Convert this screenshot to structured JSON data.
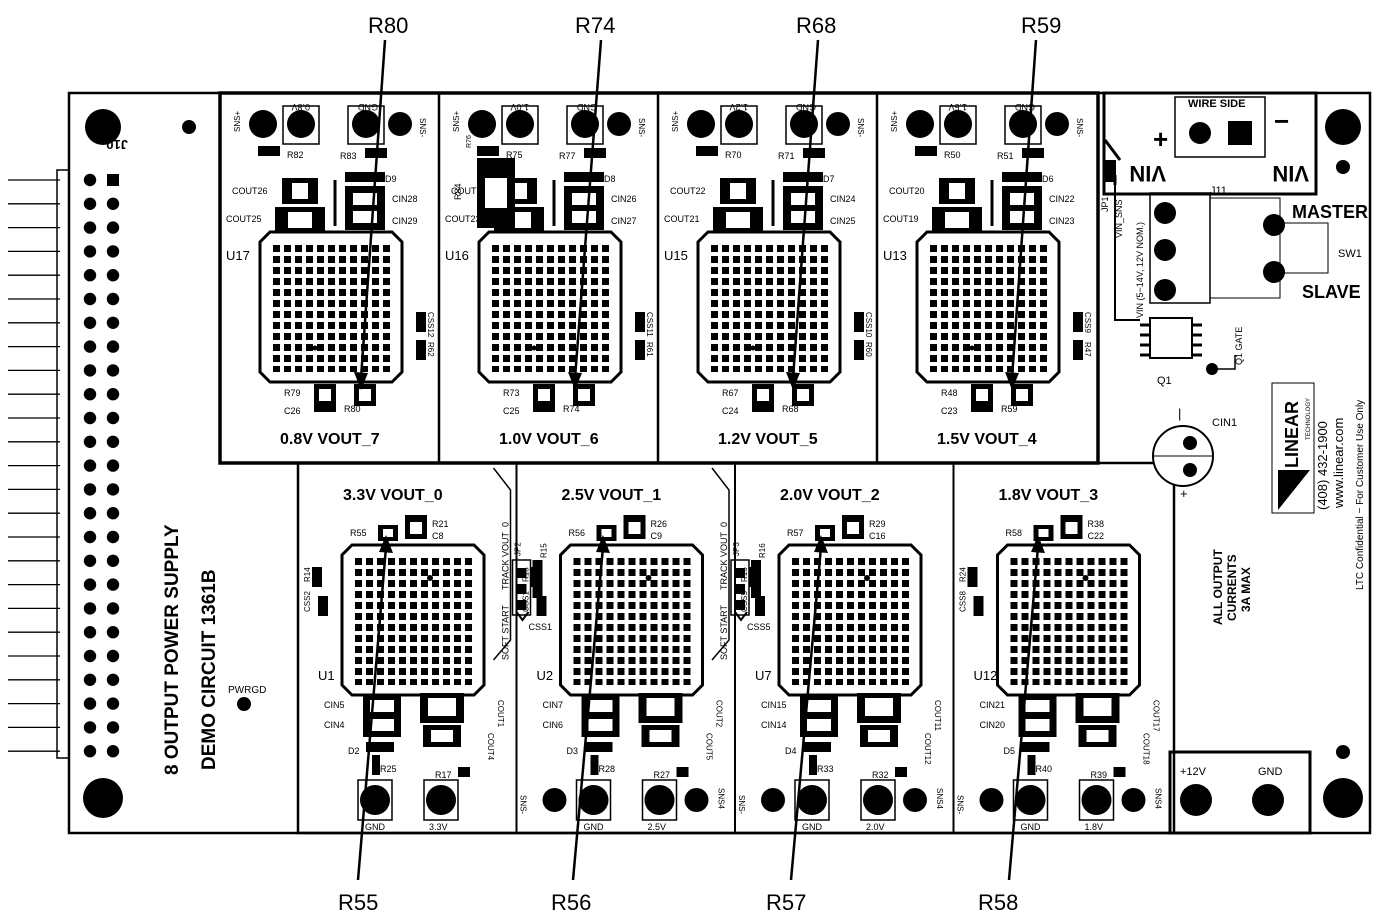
{
  "title": "8 OUTPUT POWER SUPPLY",
  "subtitle": "DEMO CIRCUIT 1361B",
  "connector": "J10",
  "pwrgd": "PWRGD",
  "callouts": {
    "top": [
      "R80",
      "R74",
      "R68",
      "R59"
    ],
    "bottom": [
      "R55",
      "R56",
      "R57",
      "R58"
    ]
  },
  "top_modules": [
    {
      "u": "U17",
      "vout": "0.8V VOUT_7",
      "lbl": "0.8V",
      "gnd": "GND",
      "sns_p": "SNS+",
      "sns_n": "SNS-",
      "r_top": "R82",
      "r_top2": "R83",
      "d": "D9",
      "cout_a": "COUT26",
      "cout_b": "COUT25",
      "cin_a": "CIN28",
      "cin_b": "CIN29",
      "css": "CSS12",
      "rss": "R62",
      "rb1": "R79",
      "rb2": "R80",
      "cb": "C26"
    },
    {
      "u": "U16",
      "vout": "1.0V VOUT_6",
      "lbl": "1.0V",
      "gnd": "GND",
      "sns_p": "SNS+",
      "sns_n": "SNS-",
      "r_top": "R75",
      "r_top2": "R77",
      "d": "D8",
      "cout_a": "COUT24",
      "cout_b": "COUT23",
      "cin_a": "CIN26",
      "cin_b": "CIN27",
      "css": "CSS11",
      "rss": "R61",
      "rb1": "R73",
      "rb2": "R74",
      "cb": "C25",
      "extra": "R84",
      "extra2": "R76"
    },
    {
      "u": "U15",
      "vout": "1.2V VOUT_5",
      "lbl": "1.2V",
      "gnd": "GND",
      "sns_p": "SNS+",
      "sns_n": "SNS-",
      "r_top": "R70",
      "r_top2": "R71",
      "d": "D7",
      "cout_a": "COUT22",
      "cout_b": "COUT21",
      "cin_a": "CIN24",
      "cin_b": "CIN25",
      "css": "CSS10",
      "rss": "R60",
      "rb1": "R67",
      "rb2": "R68",
      "cb": "C24"
    },
    {
      "u": "U13",
      "vout": "1.5V VOUT_4",
      "lbl": "1.5V",
      "gnd": "GND",
      "sns_p": "SNS+",
      "sns_n": "SNS-",
      "r_top": "R50",
      "r_top2": "R51",
      "d": "D6",
      "cout_a": "COUT20",
      "cout_b": "COUT19",
      "cin_a": "CIN22",
      "cin_b": "CIN23",
      "css": "CSS9",
      "rss": "R47",
      "rb1": "R48",
      "rb2": "R59",
      "cb": "C23"
    }
  ],
  "bottom_modules": [
    {
      "u": "U1",
      "vout": "3.3V VOUT_0",
      "lbl": "3.3V",
      "gnd": "GND",
      "sns_p": "",
      "sns_n": "",
      "rt": "R55",
      "rt2": "R21",
      "ct": "C8",
      "css": "CSS2",
      "rss": "R14",
      "cin_a": "CIN5",
      "cin_b": "CIN4",
      "d": "D2",
      "rl": "R25",
      "rr": "R17",
      "cout": "COUT1",
      "cout2": "COUT4"
    },
    {
      "u": "U2",
      "vout": "2.5V VOUT_1",
      "lbl": "2.5V",
      "gnd": "GND",
      "sns_p": "SNS4",
      "sns_n": "SNS-",
      "rt": "R56",
      "rt2": "R26",
      "ct": "C9",
      "css": "CSS1",
      "rss": "R15",
      "cin_a": "CIN7",
      "cin_b": "CIN6",
      "d": "D3",
      "rl": "R28",
      "rr": "R27",
      "cout": "COUT2",
      "cout2": "COUT5",
      "jp": "JP2"
    },
    {
      "u": "U7",
      "vout": "2.0V VOUT_2",
      "lbl": "2.0V",
      "gnd": "GND",
      "sns_p": "SNS4",
      "sns_n": "SNS-",
      "rt": "R57",
      "rt2": "R29",
      "ct": "C16",
      "css": "CSS5",
      "rss": "R16",
      "cin_a": "CIN15",
      "cin_b": "CIN14",
      "d": "D4",
      "rl": "R33",
      "rr": "R32",
      "cout": "COUT11",
      "cout2": "COUT12",
      "jp": "JP3"
    },
    {
      "u": "U12",
      "vout": "1.8V VOUT_3",
      "lbl": "1.8V",
      "gnd": "GND",
      "sns_p": "SNS4",
      "sns_n": "SNS-",
      "rt": "R58",
      "rt2": "R38",
      "ct": "C22",
      "css": "CSS8",
      "rss": "R24",
      "cin_a": "CIN21",
      "cin_b": "CIN20",
      "d": "D5",
      "rl": "R40",
      "rr": "R39",
      "cout": "COUT17",
      "cout2": "COUT18"
    }
  ],
  "track": {
    "soft_start": "SOFT START",
    "track": "TRACK VOUT_0"
  },
  "right": {
    "wire_side": "WIRE SIDE",
    "j11": "J11",
    "vin_l": "VIN",
    "vin_r": "VIN",
    "plus": "+",
    "minus": "−",
    "jp1": "JP1",
    "vin_sns": "VIN_SNS",
    "vin_range": "VIN (5−14V, 12V NOM.)",
    "master": "MASTER",
    "slave": "SLAVE",
    "sw1": "SW1",
    "q1": "Q1",
    "q1_gate": "Q1 GATE",
    "cin1": "CIN1",
    "phone": "(408) 432-1900",
    "web": "www.linear.com",
    "confidential": "LTC Confidential − For Customer Use Only",
    "brand": "LINEAR",
    "brand2": "TECHNOLOGY",
    "currents": [
      "ALL OUTPUT",
      "CURRENTS",
      "3A MAX"
    ],
    "p12": "+12V",
    "gnd": "GND"
  }
}
